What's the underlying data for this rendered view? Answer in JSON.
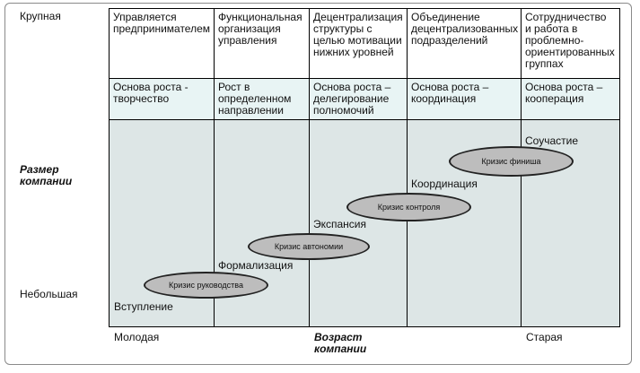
{
  "y_axis": {
    "top_label": "Крупная",
    "middle_label": "Размер\nкомпании",
    "bottom_label": "Небольшая"
  },
  "x_axis": {
    "left_label": "Молодая",
    "middle_label": "Возраст\nкомпании",
    "right_label": "Старая"
  },
  "phases": [
    {
      "header": "Управляется\nпредпринимателем",
      "basis": "Основа роста      -\nтворчество",
      "stage": "Вступление",
      "crisis": "Кризис руководства"
    },
    {
      "header": "Функциональная\nорганизация\nуправления",
      "basis": "Рост в\nопределенном\nнаправлении",
      "stage": "Формализация",
      "crisis": "Кризис автономии"
    },
    {
      "header": "Децентрализация\nструктуры с\nцелью мотивации\nнижних уровней",
      "basis": "Основа роста     –\nделегирование\nполномочий",
      "stage": "Экспансия",
      "crisis": "Кризис контроля"
    },
    {
      "header": "Объединение\nдецентрализованных\nподразделений",
      "basis": "Основа роста      –\nкоординация",
      "stage": "Координация",
      "crisis": "Кризис финиша"
    },
    {
      "header": "Сотрудничество\nи работа в\nпроблемно-\nориентированных\nгруппах",
      "basis": "Основа роста     –\nкооперация",
      "stage": "Соучастие",
      "crisis": ""
    }
  ],
  "colors": {
    "basis_band": "#e8f4f4",
    "lower_area": "#dde6e6",
    "ellipse_fill": "#bdbdbd"
  }
}
